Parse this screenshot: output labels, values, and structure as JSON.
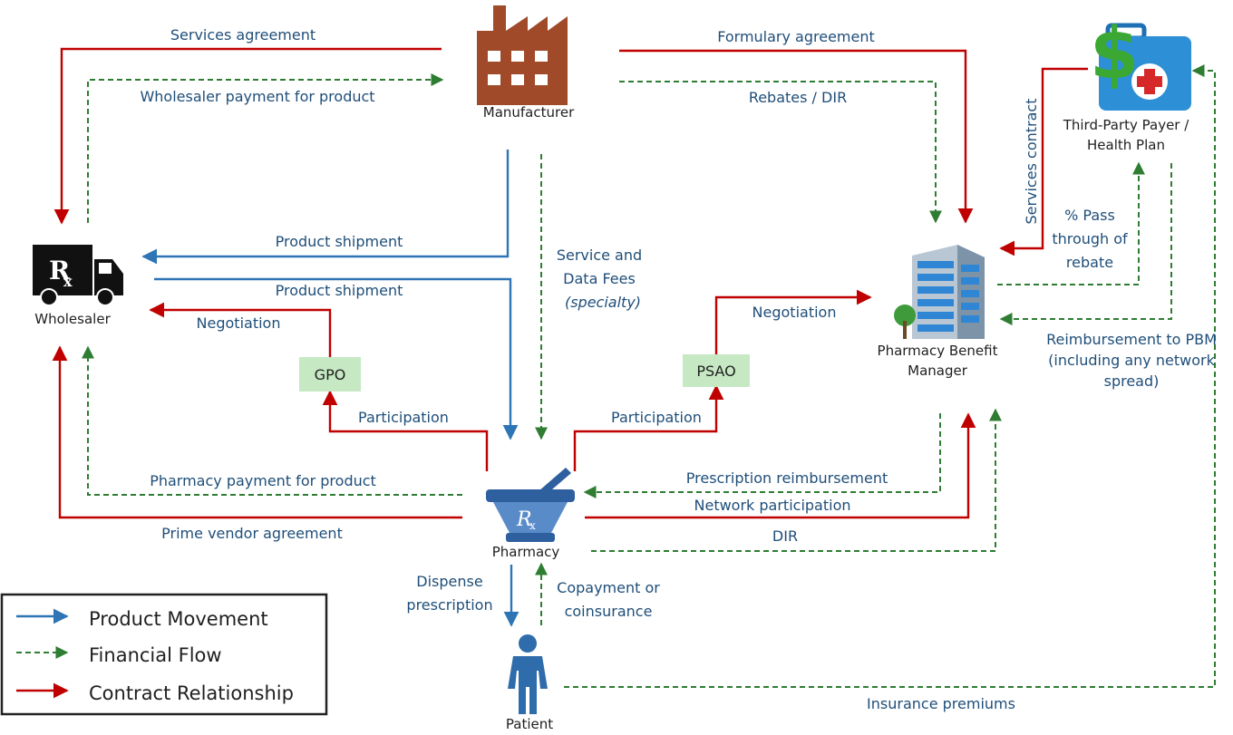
{
  "colors": {
    "contract": "#c00000",
    "financial": "#2e7d32",
    "product": "#2e75b6",
    "text": "#1f4e79"
  },
  "nodes": {
    "manufacturer": "Manufacturer",
    "wholesaler": "Wholesaler",
    "pbm_line1": "Pharmacy Benefit",
    "pbm_line2": "Manager",
    "payer_line1": "Third-Party Payer /",
    "payer_line2": "Health Plan",
    "pharmacy": "Pharmacy",
    "patient": "Patient",
    "gpo": "GPO",
    "psao": "PSAO"
  },
  "flows": {
    "services_agreement": "Services agreement",
    "wholesaler_payment": "Wholesaler payment for product",
    "formulary_agreement": "Formulary agreement",
    "rebates_dir": "Rebates / DIR",
    "services_contract": "Services contract",
    "pass_through_1": "% Pass",
    "pass_through_2": "through of",
    "pass_through_3": "rebate",
    "product_shipment_1": "Product shipment",
    "product_shipment_2": "Product shipment",
    "service_fees_1": "Service and",
    "service_fees_2": "Data Fees",
    "service_fees_3": "(specialty)",
    "negotiation_gpo": "Negotiation",
    "negotiation_psao": "Negotiation",
    "participation_gpo": "Participation",
    "participation_psao": "Participation",
    "reimbursement_pbm_1": "Reimbursement to PBM",
    "reimbursement_pbm_2": "(including any network",
    "reimbursement_pbm_3": "spread)",
    "pharmacy_payment": "Pharmacy payment for product",
    "prime_vendor": "Prime vendor agreement",
    "prescription_reimbursement": "Prescription reimbursement",
    "network_participation": "Network participation",
    "dir": "DIR",
    "dispense_1": "Dispense",
    "dispense_2": "prescription",
    "copay_1": "Copayment or",
    "copay_2": "coinsurance",
    "insurance_premiums": "Insurance premiums"
  },
  "legend": {
    "product": "Product Movement",
    "financial": "Financial Flow",
    "contract": "Contract Relationship"
  },
  "icons": {
    "manufacturer": "factory-icon",
    "wholesaler": "rx-truck-icon",
    "pbm": "office-building-icon",
    "payer": "medical-bag-dollar-icon",
    "pharmacy": "mortar-pestle-icon",
    "patient": "person-icon"
  }
}
